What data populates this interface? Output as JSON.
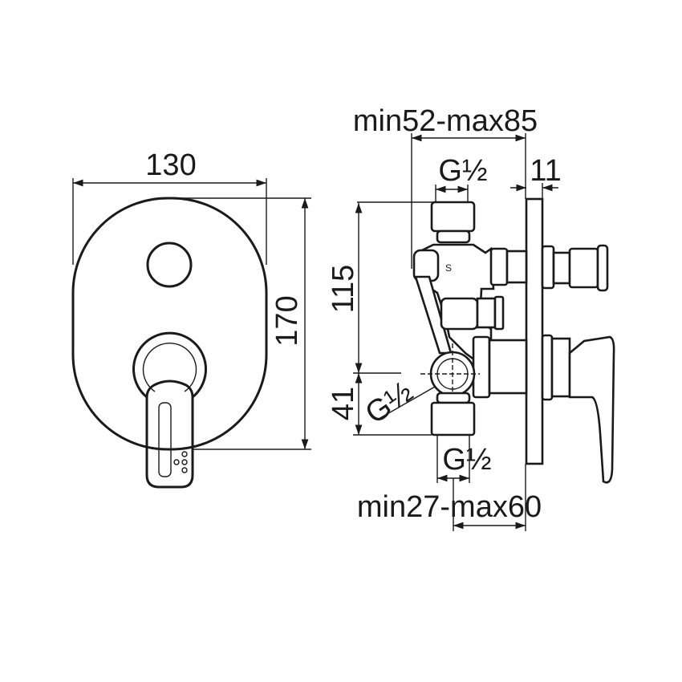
{
  "front_view": {
    "width_label": "130",
    "height_label": "170"
  },
  "side_view": {
    "depth_range_label": "min52-max85",
    "inlet_top_label": "G½",
    "plate_thickness_label": "11",
    "height_upper_label": "115",
    "height_lower_label": "41",
    "diagonal_thread_label": "G½",
    "outlet_bottom_label": "G½",
    "lower_depth_range_label": "min27-max60",
    "body_mark": "S"
  },
  "colors": {
    "line": "#1a1a1a",
    "background": "#ffffff"
  }
}
